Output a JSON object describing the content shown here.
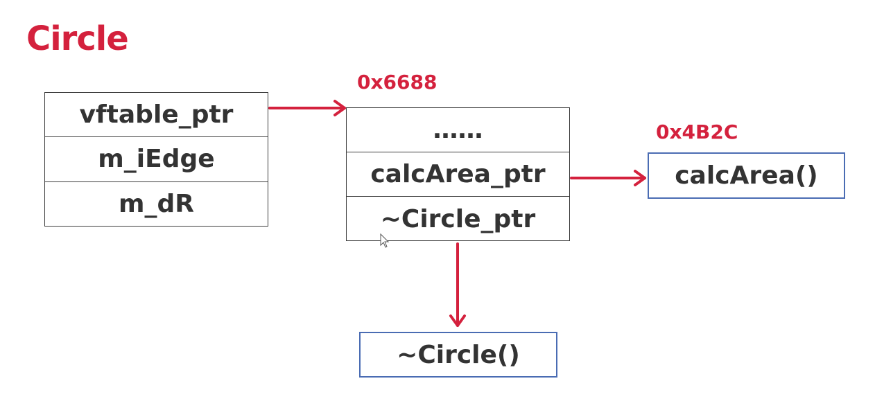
{
  "title": "Circle",
  "addresses": {
    "vtable": "0x6688",
    "calc_area": "0x4B2C"
  },
  "object_layout": {
    "rows": [
      "vftable_ptr",
      "m_iEdge",
      "m_dR"
    ]
  },
  "vtable": {
    "rows": [
      "……",
      "calcArea_ptr",
      "~Circle_ptr"
    ]
  },
  "functions": {
    "calc_area": "calcArea()",
    "destructor": "~Circle()"
  },
  "colors": {
    "accent": "#d4213d",
    "box_border": "#3a3a3a",
    "function_border": "#4a6cb3",
    "text": "#333333"
  }
}
